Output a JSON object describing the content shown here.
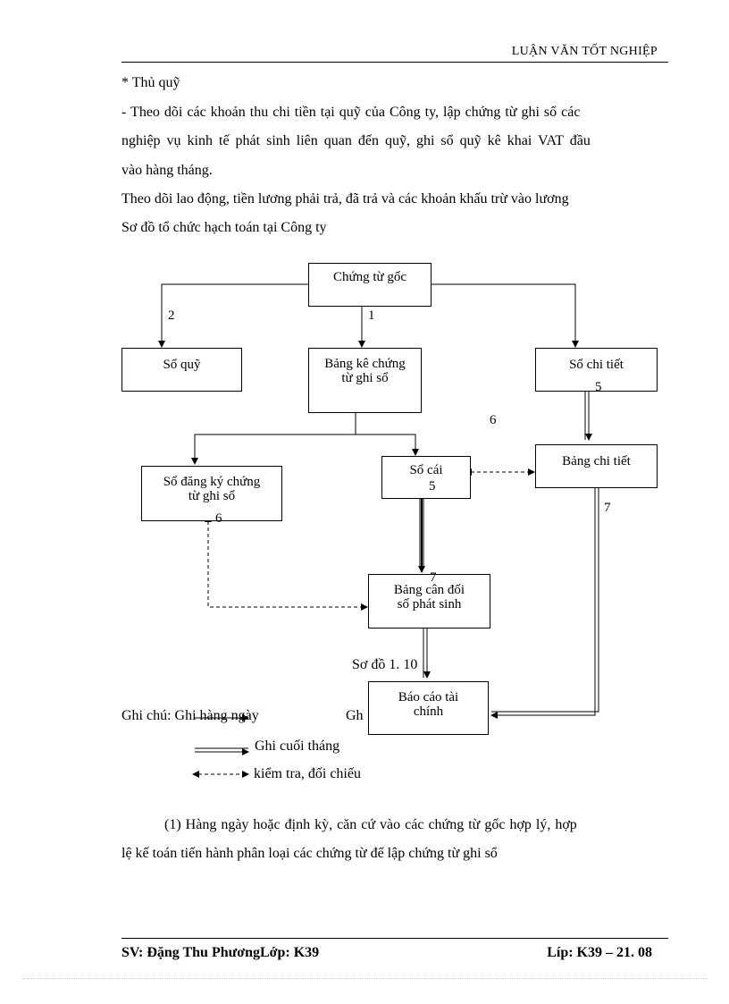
{
  "header": {
    "title": "LUẬN VĂN TỐT NGHIỆP"
  },
  "body": {
    "heading": "* Thủ quỹ",
    "p1_l1": "- Theo dõi các khoản thu chi tiền tại quỹ của Công ty, lập chứng từ ghi sổ các",
    "p1_l2": "nghiệp vụ kinh tế phát sinh liên quan đến quỹ, ghi sổ quỹ kê khai VAT đầu",
    "p1_l3": "vào hàng tháng.",
    "p2": "Theo dõi lao động, tiền lương phải trả, đã trả và các khoản khấu trừ vào lương",
    "p3": "Sơ đồ tổ chức hạch toán tại Công ty"
  },
  "diagram": {
    "boxes": {
      "chung_tu_goc": "Chứng từ gốc",
      "so_quy": "Sổ quỹ",
      "bang_ke_1": "Bảng kê chứng",
      "bang_ke_2": "từ ghi sổ",
      "so_chi_tiet": "Sổ chi tiết",
      "bang_chi_tiet": "Bảng chi tiết",
      "so_dang_ky_1": "Sổ đăng ký chứng",
      "so_dang_ky_2": "từ ghi sổ",
      "so_cai": "Sổ cái",
      "bang_can_doi_1": "Bảng cân đối",
      "bang_can_doi_2": "số phát sinh",
      "bao_cao_1": "Báo cáo tài",
      "bao_cao_2": "chính"
    },
    "numbers": {
      "n2": "2",
      "n1": "1",
      "n5a": "5",
      "n6a": "6",
      "n5b": "5",
      "n6b": "6",
      "n7a": "7",
      "n7b": "7",
      "n10": "Sơ đồ 1. 10"
    }
  },
  "legend": {
    "label": "Ghi chú: ",
    "daily": "Ghi hàng ngày",
    "partial": "Gh",
    "monthly": "Ghi cuối tháng",
    "check": "kiểm tra, đối chiếu"
  },
  "explanation": {
    "l1": "(1) Hàng ngày hoặc định kỳ, căn cứ vào các chứng từ gốc hợp lý, hợp",
    "l2": "lệ kế toán tiến hành phân loại các chứng từ để lập chứng từ ghi sổ"
  },
  "footer": {
    "left": "SV: Đặng Thu PhươngLớp: K39",
    "right": "Líp: K39 – 21. 08"
  }
}
